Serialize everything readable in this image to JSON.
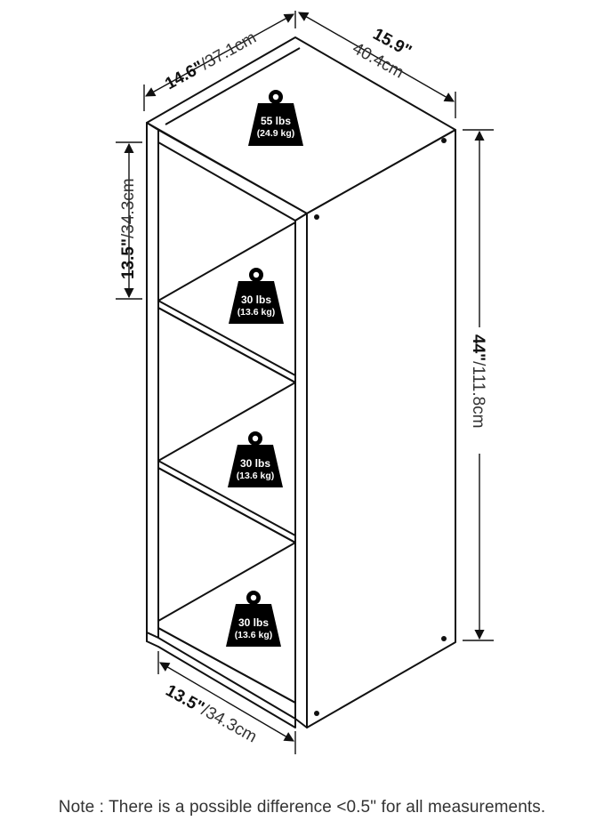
{
  "dimensions": {
    "top_depth": {
      "imperial": "14.6\"",
      "metric": "/37.1cm"
    },
    "top_width": {
      "imperial": "15.9\"",
      "metric": "40.4cm"
    },
    "cube_height": {
      "imperial": "13.5\"",
      "metric": "/34.3cm"
    },
    "total_height": {
      "imperial": "44\"",
      "metric": "/111.8cm"
    },
    "bottom_width": {
      "imperial": "13.5\"",
      "metric": "/34.3cm"
    }
  },
  "weights": [
    {
      "imperial": "55 lbs",
      "metric": "(24.9 kg)"
    },
    {
      "imperial": "30 lbs",
      "metric": "(13.6 kg)"
    },
    {
      "imperial": "30 lbs",
      "metric": "(13.6 kg)"
    },
    {
      "imperial": "30 lbs",
      "metric": "(13.6 kg)"
    }
  ],
  "note": "Note : There is a possible difference <0.5\" for all measurements."
}
